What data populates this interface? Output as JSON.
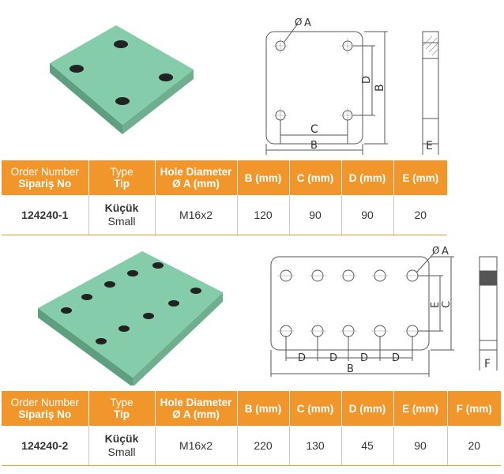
{
  "products": [
    {
      "headers": {
        "order_en": "Order Number",
        "order_tr": "Sipariş No",
        "type_en": "Type",
        "type_tr": "Tip",
        "hole_en": "Hole Diameter",
        "hole_tr": "Ø A (mm)",
        "b": "B (mm)",
        "c": "C (mm)",
        "d": "D (mm)",
        "e": "E (mm)"
      },
      "row": {
        "order_number": "124240-1",
        "type_tr": "Küçük",
        "type_en": "Small",
        "hole_diameter": "M16x2",
        "b": "120",
        "c": "90",
        "d": "90",
        "e": "20"
      },
      "drawing_labels": {
        "a": "A",
        "b_side": "B",
        "b_bottom": "B",
        "c": "C",
        "d": "D",
        "e": "E"
      }
    },
    {
      "headers": {
        "order_en": "Order Number",
        "order_tr": "Sipariş No",
        "type_en": "Type",
        "type_tr": "Tip",
        "hole_en": "Hole Diameter",
        "hole_tr": "Ø A (mm)",
        "b": "B (mm)",
        "c": "C (mm)",
        "d": "D (mm)",
        "e": "E (mm)",
        "f": "F (mm)"
      },
      "row": {
        "order_number": "124240-2",
        "type_tr": "Küçük",
        "type_en": "Small",
        "hole_diameter": "M16x2",
        "b": "220",
        "c": "130",
        "d": "45",
        "e": "90",
        "f": "20"
      },
      "drawing_labels": {
        "a": "A",
        "b": "B",
        "c": "C",
        "d1": "D",
        "d2": "D",
        "d3": "D",
        "d4": "D",
        "e": "E",
        "f": "F"
      }
    }
  ],
  "colors": {
    "header_orange": "#f0962a",
    "plate_green": "#7fc7a2"
  }
}
